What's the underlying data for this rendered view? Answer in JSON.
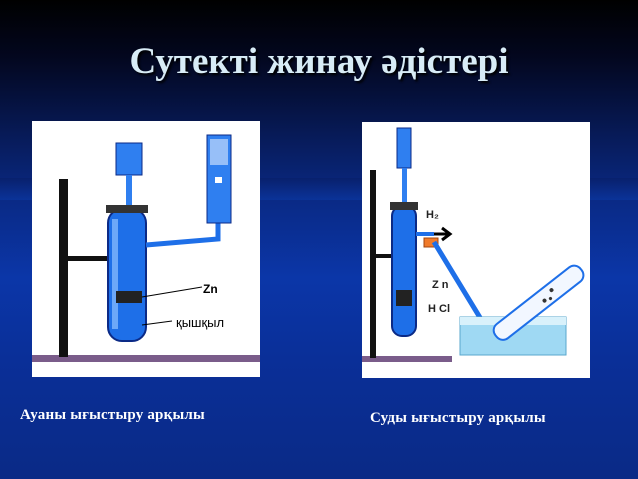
{
  "title": "Сутекті жинау әдістері",
  "left_panel": {
    "label_zn": "Zn",
    "label_acid": "қышқыл"
  },
  "right_panel": {
    "label_h2": "H₂",
    "label_zn": "Z n",
    "label_hcl": "H Cl"
  },
  "captions": {
    "left": "Ауаны ығыстыру арқылы",
    "right": "Суды ығыстыру арқылы"
  },
  "colors": {
    "tube_blue": "#1e6fe8",
    "dark_blue": "#0b2a86",
    "stand": "#111111",
    "base": "#7a5c8a",
    "stopper_orange": "#f07a2a"
  }
}
